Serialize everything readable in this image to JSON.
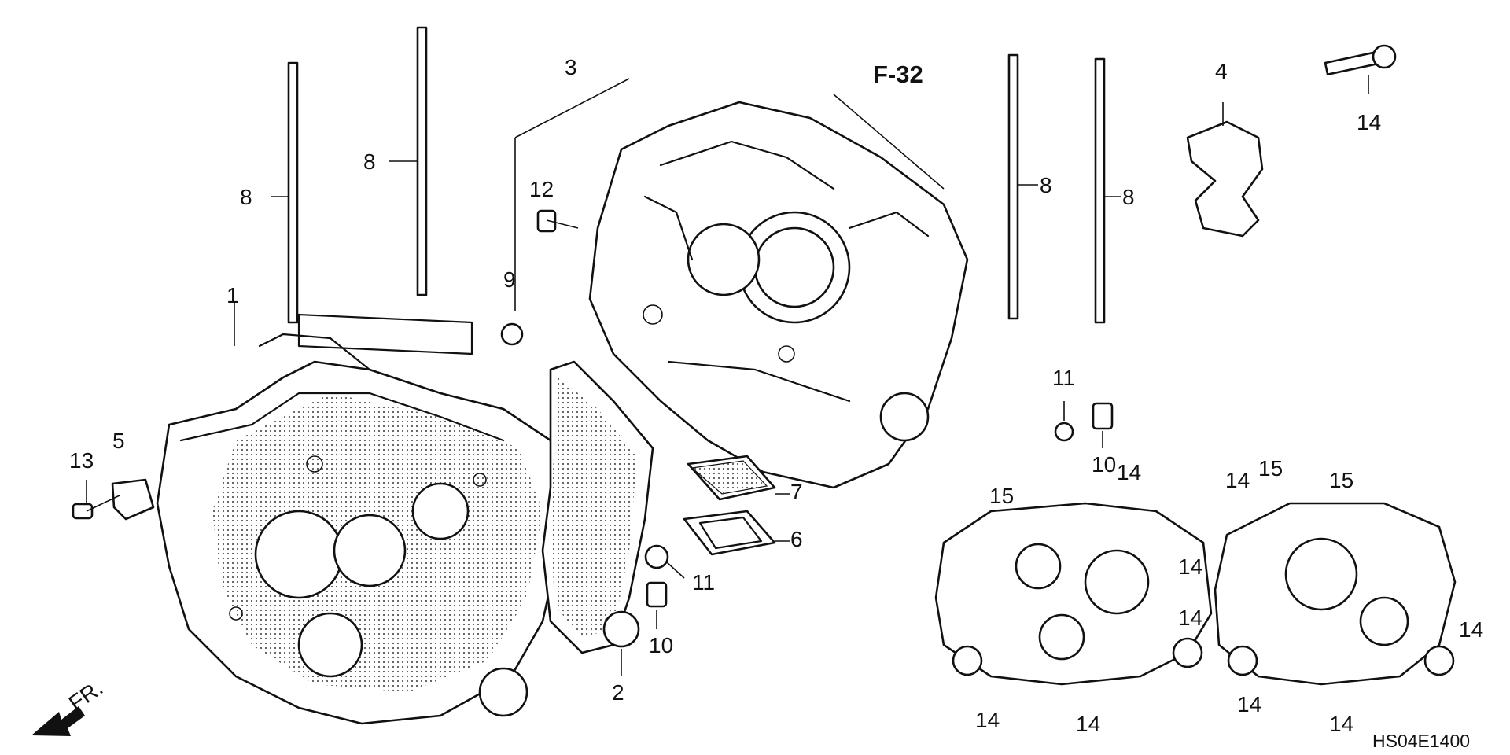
{
  "diagram": {
    "labels": {
      "c1": "1",
      "c2": "2",
      "c3": "3",
      "c4": "4",
      "c5": "5",
      "c6": "6",
      "c7": "7",
      "c8a": "8",
      "c8b": "8",
      "c8c": "8",
      "c8d": "8",
      "c9": "9",
      "c10a": "10",
      "c10b": "10",
      "c11a": "11",
      "c11b": "11",
      "c12": "12",
      "c13": "13",
      "c14a": "14",
      "c14b": "14",
      "c14c": "14",
      "c14d": "14",
      "c14e": "14",
      "c14f": "14",
      "c14g": "14",
      "c14h": "14",
      "c14i": "14",
      "c14j": "14",
      "c15a": "15",
      "c15b": "15",
      "c15c": "15"
    },
    "reference": "F-32",
    "direction": "FR.",
    "drawing_code": "HS04E1400"
  },
  "colors": {
    "ink": "#111111",
    "background": "#ffffff",
    "stipple": "#555555"
  }
}
